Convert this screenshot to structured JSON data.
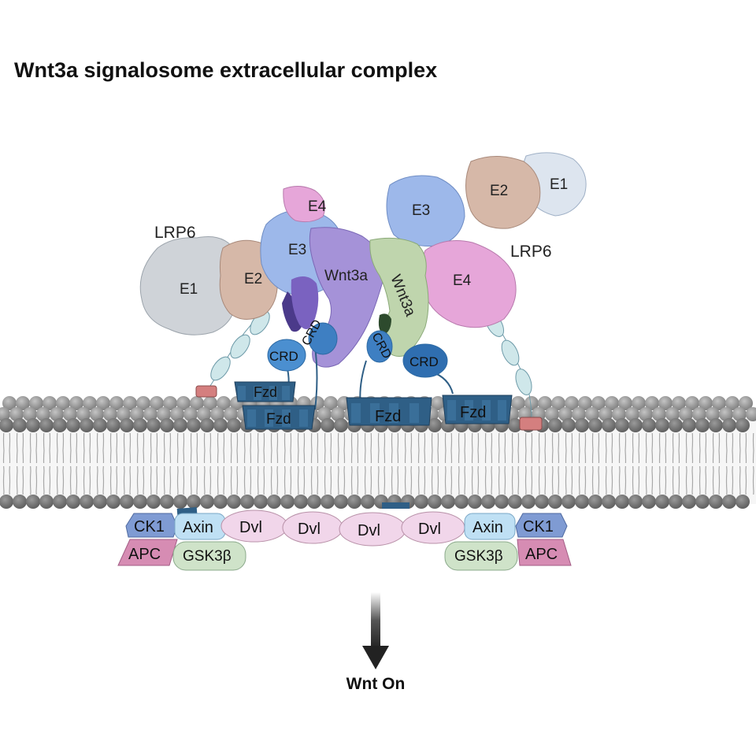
{
  "title": "Wnt3a signalosome extracellular complex",
  "output_label": "Wnt On",
  "labels": {
    "lrp6_left": "LRP6",
    "lrp6_right": "LRP6",
    "e1_left": "E1",
    "e2_left": "E2",
    "e3_left": "E3",
    "e4_left": "E4",
    "e1_right": "E1",
    "e2_right": "E2",
    "e3_right": "E3",
    "e4_right": "E4",
    "wnt3a_left": "Wnt3a",
    "wnt3a_right": "Wnt3a",
    "crd": "CRD",
    "fzd": "Fzd",
    "ck1": "CK1",
    "axin": "Axin",
    "apc": "APC",
    "gsk3b": "GSK3β",
    "dvl": "Dvl"
  },
  "colors": {
    "e1": "#cfd3d8",
    "e2": "#d6b8a8",
    "e3": "#9db8ea",
    "e4": "#e6a6d9",
    "wnt3a_purple": "#a592d8",
    "wnt3a_green": "#bfd5ad",
    "crd": "#4b8fd0",
    "fzd": "#2f5f86",
    "membrane_head": "#8c8c8c",
    "dvl": "#f1d6ea",
    "axin": "#bfe0f4",
    "gsk3b": "#cfe3c9",
    "ck1": "#7f9bd3",
    "apc": "#d68cb3",
    "linker": "#cfe7ea",
    "anchor": "#d47f7f"
  }
}
